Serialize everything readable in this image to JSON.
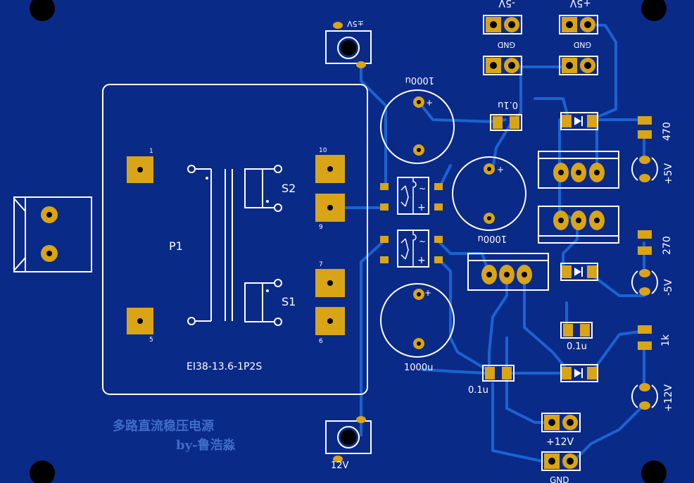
{
  "colors": {
    "board": "#0a2a88",
    "trace": "#1a63d2",
    "pad": "#d9a416",
    "silk": "#ffffff",
    "hole": "#000000",
    "title": "#3f6cc6"
  },
  "transformer": {
    "name": "P1",
    "part": "EI38-13.6-1P2S",
    "secondary_top": "S2",
    "secondary_bottom": "S1",
    "pins": [
      "1",
      "5",
      "10",
      "9",
      "7",
      "6"
    ]
  },
  "capacitors": {
    "c_top": "1000u",
    "c_mid": "1000u",
    "c_bottom": "1000u",
    "c_small_top": "0.1u",
    "c_small_right": "0.1u",
    "c_small_bottom": "0.1u"
  },
  "resistors": {
    "r_top": "470",
    "r_mid": "270",
    "r_bottom": "1k"
  },
  "leds": {
    "led_top": "+5V",
    "led_mid": "-5V",
    "led_bottom": "+12V"
  },
  "connectors": {
    "minus5": "-5V",
    "plus5": "+5V",
    "gnd_left": "GND",
    "gnd_right": "GND",
    "plus12": "+12V",
    "gnd_bottom": "GND"
  },
  "jacks": {
    "top": "±5V",
    "bottom": "12V"
  },
  "title": {
    "line1": "多路直流稳压电源",
    "line2": "by-鲁浩淼"
  }
}
